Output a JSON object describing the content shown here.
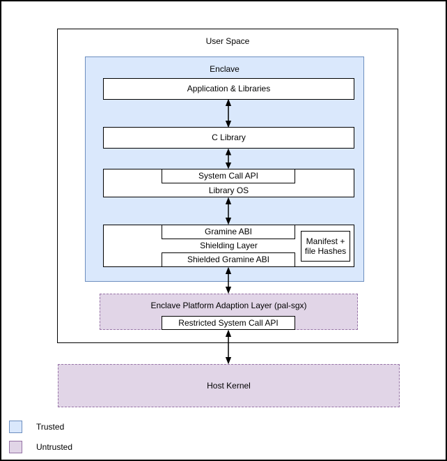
{
  "colors": {
    "trusted_fill": "#dae8fc",
    "trusted_stroke": "#6c8ebf",
    "untrusted_fill": "#e1d5e7",
    "untrusted_stroke": "#9673a6",
    "box_stroke": "#000000",
    "box_fill": "#ffffff"
  },
  "diagram": {
    "user_space": "User Space",
    "enclave": "Enclave",
    "app_libraries": "Application & Libraries",
    "c_library": "C Library",
    "system_call_api": "System Call API",
    "library_os": "Library OS",
    "gramine_abi": "Gramine ABI",
    "shielding_layer": "Shielding Layer",
    "shielded_gramine_abi": "Shielded Gramine ABI",
    "manifest_line1": "Manifest +",
    "manifest_line2": "file Hashes",
    "pal": "Enclave Platform Adaption Layer (pal-sgx)",
    "restricted_syscall_api": "Restricted System Call API",
    "host_kernel": "Host Kernel"
  },
  "legend": {
    "trusted": "Trusted",
    "untrusted": "Untrusted"
  }
}
